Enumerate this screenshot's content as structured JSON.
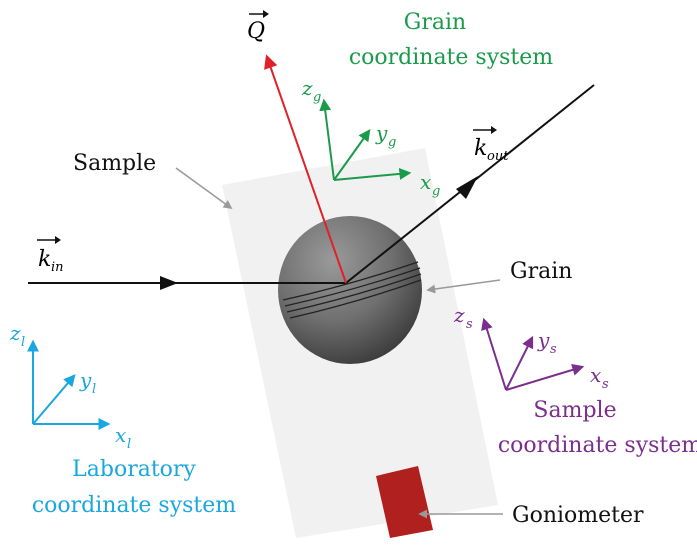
{
  "colors": {
    "grain_cs": "#1a9b4b",
    "lab_cs": "#1aa7e0",
    "sample_cs": "#7b2e8e",
    "q_vector": "#e0202a",
    "beam": "#111111",
    "goniometer": "#b0201e",
    "pointer": "#999999"
  },
  "labels": {
    "q": "Q",
    "k_in": "k",
    "k_in_sub": "in",
    "k_out": "k",
    "k_out_sub": "out",
    "sample": "Sample",
    "grain": "Grain",
    "goniometer": "Goniometer"
  },
  "grain_cs": {
    "title_line1": "Grain",
    "title_line2": "coordinate system",
    "x": "x",
    "x_sub": "g",
    "y": "y",
    "y_sub": "g",
    "z": "z",
    "z_sub": "g"
  },
  "lab_cs": {
    "title_line1": "Laboratory",
    "title_line2": "coordinate system",
    "x": "x",
    "x_sub": "l",
    "y": "y",
    "y_sub": "l",
    "z": "z",
    "z_sub": "l"
  },
  "sample_cs": {
    "title_line1": "Sample",
    "title_line2": "coordinate system",
    "x": "x",
    "x_sub": "s",
    "y": "y",
    "y_sub": "s",
    "z": "z",
    "z_sub": "s"
  }
}
